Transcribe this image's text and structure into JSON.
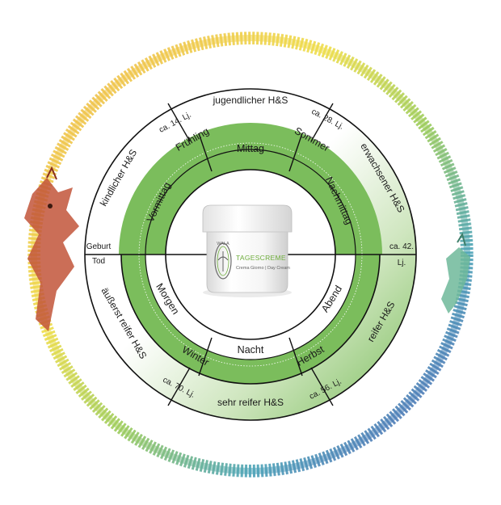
{
  "colors": {
    "green": "#7bbd5c",
    "green_light": "#e6f2dc",
    "line": "#111111",
    "jar_accent": "#6fae3d"
  },
  "outer_ring": {
    "youth": "jugendlicher H&S",
    "childhood": "kindlicher H&S",
    "adult": "erwachsener H&S",
    "mature": "reifer H&S",
    "very_mature": "sehr reifer H&S",
    "extremely_mature": "äußerst reifer H&S"
  },
  "age_markers": {
    "age_14": "ca. 14. Lj.",
    "age_28": "ca. 28. Lj.",
    "age_42_a": "ca. 42.",
    "age_42_b": "Lj.",
    "age_56": "ca. 56. Lj.",
    "age_70": "ca. 70. Lj.",
    "birth": "Geburt",
    "death": "Tod"
  },
  "seasons": {
    "spring": "Frühling",
    "summer": "Sommer",
    "autumn": "Herbst",
    "winter": "Winter"
  },
  "day_phases": {
    "noon": "Mittag",
    "forenoon": "Vormittag",
    "afternoon": "Nachmittag",
    "evening": "Abend",
    "night": "Nacht",
    "morning": "Morgen"
  },
  "product": {
    "brand": "WALA",
    "title": "TAGESCREME",
    "subtitle": "Crema Giorno | Day Cream"
  },
  "icons": {
    "serpent": "ouroboros-serpent-icon",
    "head": "serpent-head-icon",
    "tail": "serpent-tail-icon"
  }
}
